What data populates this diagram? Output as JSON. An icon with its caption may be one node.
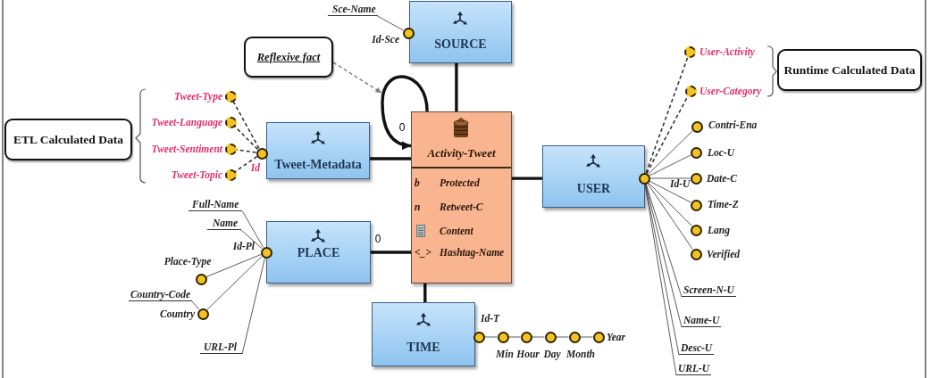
{
  "diagram": {
    "nodes": [
      {
        "text": [
          "SOURCE"
        ]
      },
      {
        "text": [],
        "shape": "circle",
        "beside": [
          "Id-Sce"
        ]
      },
      {
        "text": [
          "Sce-Name"
        ]
      },
      {
        "text": [
          "Reflexive fact"
        ]
      },
      {
        "text": [
          "ETL Calculated Data"
        ]
      },
      {
        "text": [],
        "shape": "circle",
        "beside": [
          "Tweet-Type"
        ]
      },
      {
        "text": [],
        "shape": "circle",
        "beside": [
          "Tweet-Language"
        ]
      },
      {
        "text": [],
        "shape": "circle",
        "beside": [
          "Tweet-Sentiment"
        ]
      },
      {
        "text": [],
        "shape": "circle",
        "beside": [
          "Tweet-Topic"
        ]
      },
      {
        "text": [],
        "shape": "circle",
        "beside": [
          "Id"
        ]
      },
      {
        "text": [
          "Tweet-Metadata"
        ]
      },
      {
        "text": [
          "Activity-Tweet",
          "b",
          "Protected",
          "n",
          "Retweet-C",
          "Content",
          "<_>",
          "Hashtag-Name"
        ]
      },
      {
        "text": [
          "Runtime Calculated Data"
        ]
      },
      {
        "text": [],
        "shape": "circle",
        "beside": [
          "User-Activity"
        ]
      },
      {
        "text": [],
        "shape": "circle",
        "beside": [
          "User-Category"
        ]
      },
      {
        "text": [
          "USER"
        ]
      },
      {
        "text": [],
        "shape": "circle"
      },
      {
        "text": [],
        "shape": "circle",
        "beside": [
          "Contri-Ena"
        ]
      },
      {
        "text": [],
        "shape": "circle",
        "beside": [
          "Loc-U"
        ]
      },
      {
        "text": [],
        "shape": "circle",
        "beside": [
          "Date-C"
        ]
      },
      {
        "text": [],
        "shape": "circle",
        "beside": [
          "Time-Z"
        ]
      },
      {
        "text": [],
        "shape": "circle",
        "beside": [
          "Lang"
        ]
      },
      {
        "text": [],
        "shape": "circle",
        "beside": [
          "Verified"
        ]
      },
      {
        "text": [
          "Screen-N-U"
        ]
      },
      {
        "text": [
          "Name-U"
        ]
      },
      {
        "text": [
          "Desc-U"
        ]
      },
      {
        "text": [
          "URL-U"
        ]
      },
      {
        "text": [
          "Full-Name"
        ]
      },
      {
        "text": [
          "Name"
        ]
      },
      {
        "text": [],
        "shape": "circle",
        "beside": [
          "Id-Pl"
        ]
      },
      {
        "text": [
          "PLACE"
        ]
      },
      {
        "text": [],
        "shape": "circle",
        "beside": [
          "Place-Type"
        ]
      },
      {
        "text": [
          "Country-Code"
        ]
      },
      {
        "text": [],
        "shape": "circle",
        "beside": [
          "Country"
        ]
      },
      {
        "text": [
          "URL-Pl"
        ]
      },
      {
        "text": [
          "TIME"
        ]
      },
      {
        "text": [],
        "shape": "circle",
        "beside": [
          "Id-T"
        ]
      },
      {
        "text": [],
        "shape": "circle",
        "beside": [
          "Min"
        ]
      },
      {
        "text": [],
        "shape": "circle",
        "beside": [
          "Hour"
        ]
      },
      {
        "text": [],
        "shape": "circle",
        "beside": [
          "Day"
        ]
      },
      {
        "text": [],
        "shape": "circle",
        "beside": [
          "Month"
        ]
      },
      {
        "text": [],
        "shape": "circle",
        "beside": [
          "Year"
        ]
      }
    ],
    "edges": [
      {
        "from": 11,
        "to": 11,
        "arrow": "to",
        "label": "0",
        "style": "thick"
      },
      {
        "from": 3,
        "to": null,
        "arrow": "to",
        "style": "dashed",
        "color": "#808080"
      },
      {
        "from": 1,
        "to": 2,
        "arrow": "none"
      },
      {
        "from": 0,
        "to": 11,
        "arrow": "none",
        "style": "thick"
      },
      {
        "from": 10,
        "to": 11,
        "arrow": "none",
        "style": "thick"
      },
      {
        "from": 30,
        "to": 11,
        "arrow": "none",
        "style": "thick",
        "label": "0"
      },
      {
        "from": 11,
        "to": 15,
        "arrow": "none",
        "style": "thick"
      },
      {
        "from": 11,
        "to": 35,
        "arrow": "none",
        "style": "thick"
      },
      {
        "from": 9,
        "to": 5,
        "arrow": "none",
        "style": "dashed"
      },
      {
        "from": 9,
        "to": 6,
        "arrow": "none",
        "style": "dashed"
      },
      {
        "from": 9,
        "to": 7,
        "arrow": "none",
        "style": "dashed"
      },
      {
        "from": 9,
        "to": 8,
        "arrow": "none",
        "style": "dashed"
      },
      {
        "from": 16,
        "to": 13,
        "arrow": "none",
        "style": "dashed"
      },
      {
        "from": 16,
        "to": 14,
        "arrow": "none",
        "style": "dashed"
      },
      {
        "from": 16,
        "to": 17,
        "arrow": "none"
      },
      {
        "from": 16,
        "to": 18,
        "arrow": "none"
      },
      {
        "from": 16,
        "to": 19,
        "arrow": "none"
      },
      {
        "from": 16,
        "to": 20,
        "arrow": "none"
      },
      {
        "from": 16,
        "to": 21,
        "arrow": "none"
      },
      {
        "from": 16,
        "to": 22,
        "arrow": "none"
      },
      {
        "from": 16,
        "to": 23,
        "arrow": "none"
      },
      {
        "from": 16,
        "to": 24,
        "arrow": "none"
      },
      {
        "from": 16,
        "to": 25,
        "arrow": "none"
      },
      {
        "from": 16,
        "to": 26,
        "arrow": "none"
      },
      {
        "from": 29,
        "to": 27,
        "arrow": "none"
      },
      {
        "from": 29,
        "to": 28,
        "arrow": "none"
      },
      {
        "from": 29,
        "to": 31,
        "arrow": "none"
      },
      {
        "from": 29,
        "to": 33,
        "arrow": "none"
      },
      {
        "from": 29,
        "to": 34,
        "arrow": "none"
      },
      {
        "from": 33,
        "to": 32,
        "arrow": "none"
      },
      {
        "from": 36,
        "to": 37,
        "arrow": "none"
      },
      {
        "from": 37,
        "to": 38,
        "arrow": "none"
      },
      {
        "from": 38,
        "to": 39,
        "arrow": "none"
      },
      {
        "from": 39,
        "to": 40,
        "arrow": "none"
      },
      {
        "from": 40,
        "to": 41,
        "arrow": "none"
      }
    ],
    "labels": [
      "Id-U"
    ]
  }
}
